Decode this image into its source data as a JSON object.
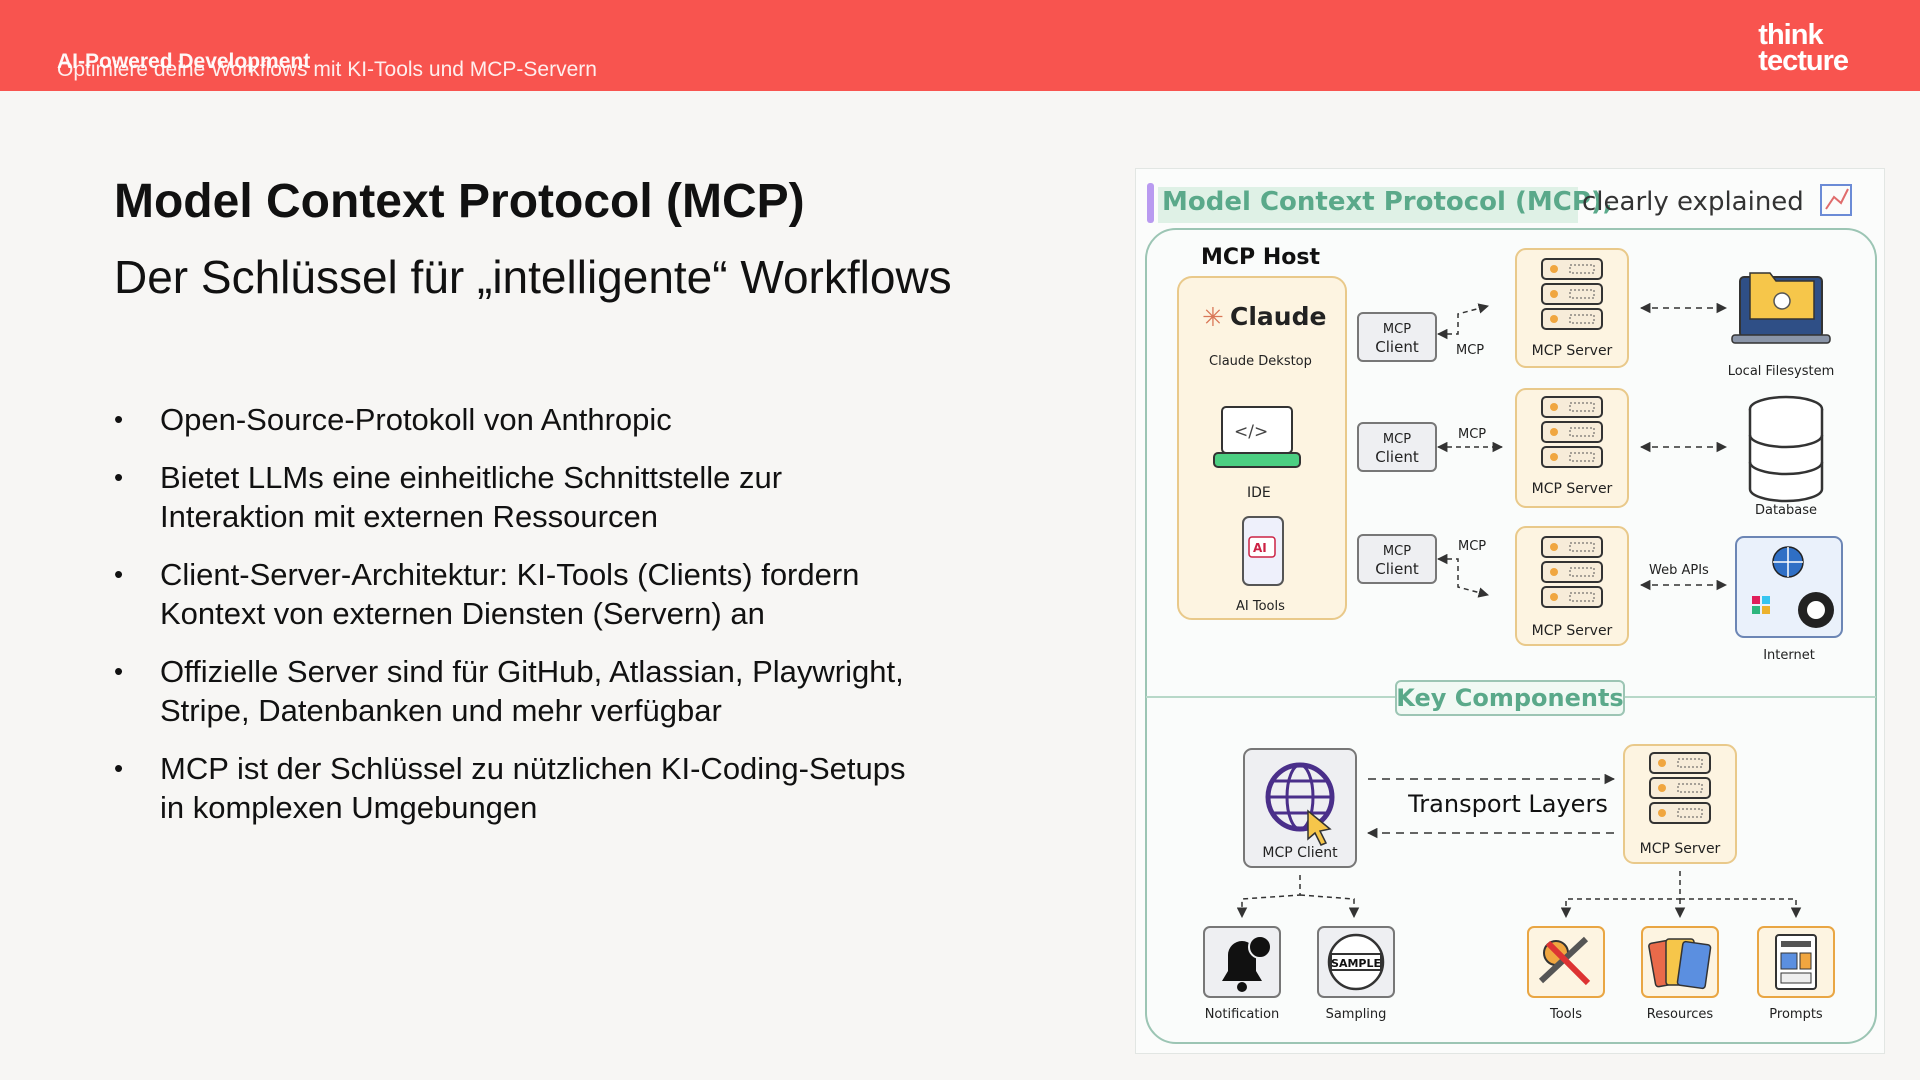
{
  "header": {
    "line1": "AI-Powered Development",
    "line2": "Optimiere deine Workflows mit KI-Tools und MCP-Servern",
    "logo_line1": "think",
    "logo_line2": "tecture"
  },
  "slide": {
    "title": "Model Context Protocol (MCP)",
    "subtitle": "Der Schlüssel für „intelligente“ Workflows",
    "bullets": [
      "Open-Source-Protokoll von Anthropic",
      "Bietet LLMs eine einheitliche Schnittstelle zur Interaktion mit externen Ressourcen",
      "Client-Server-Architektur: KI-Tools (Clients) fordern Kontext von externen Diensten (Servern) an",
      "Offizielle Server sind für GitHub, Atlassian, Playwright, Stripe, Datenbanken und mehr verfügbar",
      "MCP ist der Schlüssel zu nützlichen KI-Coding-Setups in komplexen Umgebungen"
    ]
  },
  "diagram": {
    "title_highlight": "Model Context Protocol (MCP),",
    "title_rest": "clearly explained",
    "host_label": "MCP Host",
    "claude_brand": "Claude",
    "claude_desktop": "Claude Dekstop",
    "ide_label": "IDE",
    "ai_tools_label": "AI Tools",
    "client_line1": "MCP",
    "client_line2": "Client",
    "mcp_edge": "MCP",
    "server_label": "MCP Server",
    "web_apis": "Web APIs",
    "local_fs": "Local Filesystem",
    "database": "Database",
    "internet": "Internet",
    "key_components": "Key Components",
    "transport_layers": "Transport Layers",
    "mcp_client_big": "MCP Client",
    "mcp_server_big": "MCP Server",
    "notification": "Notification",
    "sampling": "Sampling",
    "sample_badge": "SAMPLE",
    "tools": "Tools",
    "resources": "Resources",
    "prompts": "Prompts",
    "ai_badge": "AI",
    "code_glyph": "</>"
  },
  "colors": {
    "header_bg": "#f8544f",
    "highlight_green": "#5aa98a",
    "server_orange": "#f0a640",
    "host_bg": "#fdf4e1"
  }
}
